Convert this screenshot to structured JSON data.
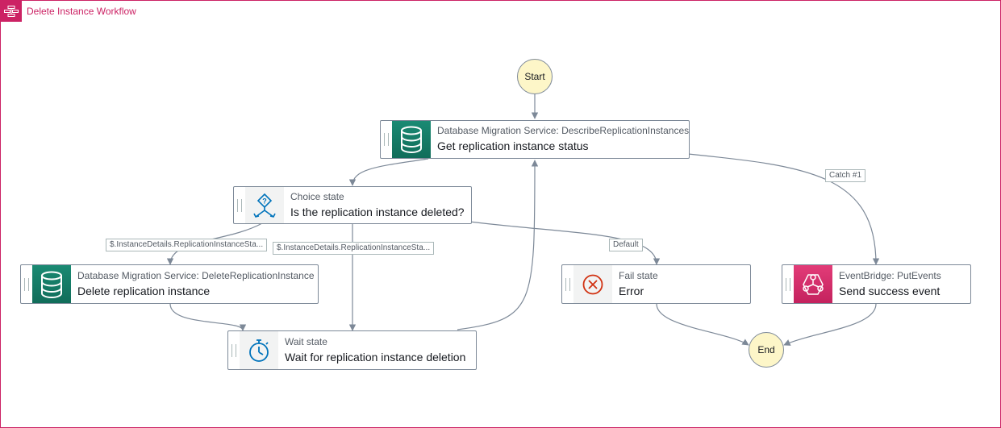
{
  "workflow": {
    "title": "Delete Instance Workflow"
  },
  "start": {
    "label": "Start"
  },
  "end": {
    "label": "End"
  },
  "nodes": {
    "get_status": {
      "type": "Database Migration Service: DescribeReplicationInstances",
      "name": "Get replication instance status",
      "icon": "database-icon"
    },
    "choice": {
      "type": "Choice state",
      "name": "Is the replication instance deleted?",
      "icon": "choice-icon"
    },
    "delete": {
      "type": "Database Migration Service: DeleteReplicationInstance",
      "name": "Delete replication instance",
      "icon": "database-icon"
    },
    "wait": {
      "type": "Wait state",
      "name": "Wait for replication instance deletion",
      "icon": "stopwatch-icon"
    },
    "fail": {
      "type": "Fail state",
      "name": "Error",
      "icon": "error-x-icon"
    },
    "event": {
      "type": "EventBridge: PutEvents",
      "name": "Send success event",
      "icon": "eventbridge-icon"
    }
  },
  "edge_labels": {
    "choice_to_delete": "$.InstanceDetails.ReplicationInstanceSta...",
    "choice_to_wait": "$.InstanceDetails.ReplicationInstanceSta...",
    "choice_default": "Default",
    "catch": "Catch #1"
  },
  "colors": {
    "accent": "#cc2264",
    "edge": "#7d8998",
    "terminal": "#fdf6c8",
    "dms": "#1a8a73",
    "eventbridge": "#e23c78",
    "wait_icon": "#0073bb",
    "fail_icon": "#d13212"
  }
}
